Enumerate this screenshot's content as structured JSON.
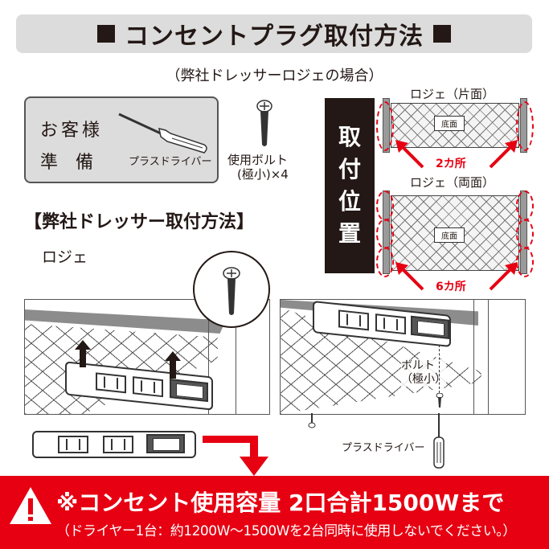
{
  "header": {
    "title": "コンセントプラグ取付方法",
    "subtitle": "（弊社ドレッサーロジェの場合）"
  },
  "preparation": {
    "line1": "お客様",
    "line2": "準備",
    "tool_label": "プラスドライバー"
  },
  "bolt": {
    "caption_line1": "使用ボルト",
    "caption_line2": "(極小)×4"
  },
  "section": {
    "heading": "【弊社ドレッサー取付方法】",
    "model": "ロジェ"
  },
  "mounting_position": {
    "band_label": [
      "取",
      "付",
      "位",
      "置"
    ],
    "single_sided": {
      "title": "ロジェ（片面）",
      "floor_label": "底面",
      "count": "2カ所"
    },
    "double_sided": {
      "title": "ロジェ（両面）",
      "floor_label": "底面",
      "count": "6カ所"
    }
  },
  "install_step": {
    "bolt_label_line1": "ボルト",
    "bolt_label_line2": "（極小）",
    "tool_label": "プラスドライバー"
  },
  "warning": {
    "main": "※コンセント使用容量 2口合計1500Wまで",
    "sub": "（ドライヤー1台：約1200W～1500Wを2台同時に使用しないでください。）",
    "color": "#e60012"
  }
}
